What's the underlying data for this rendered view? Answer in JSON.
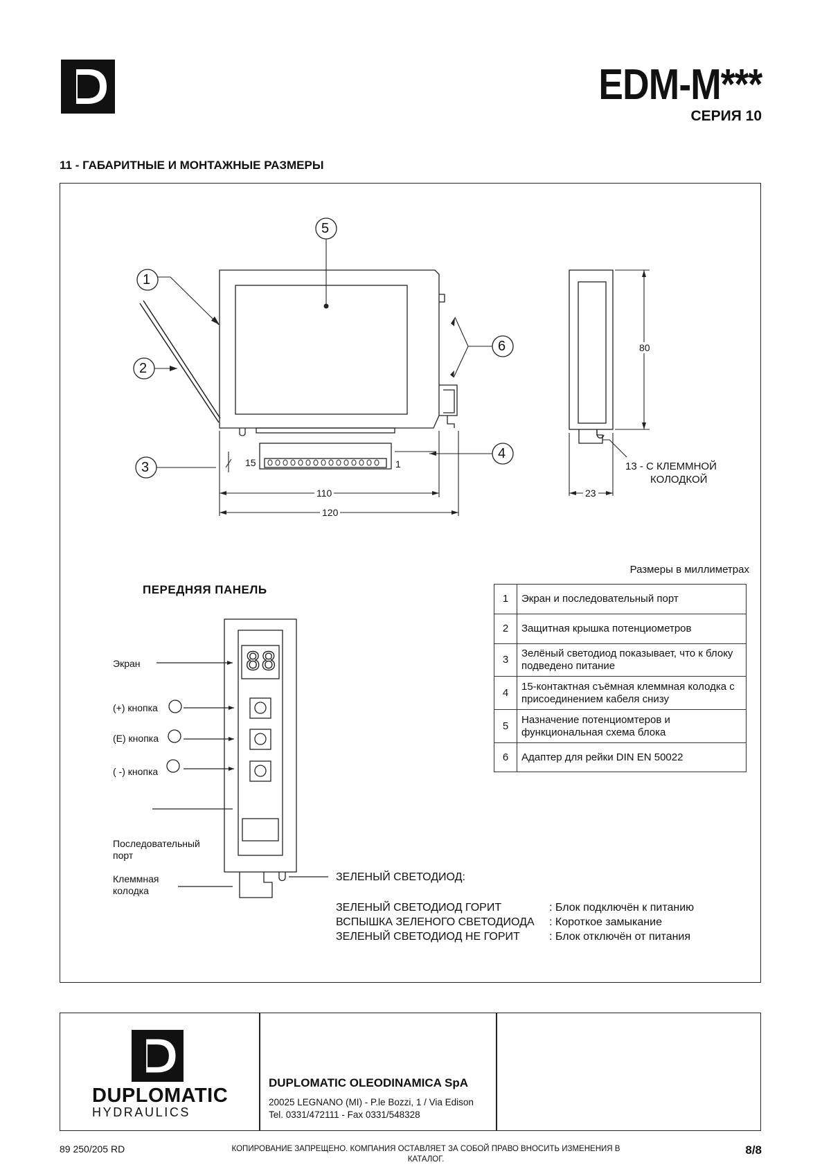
{
  "header": {
    "model": "EDM-M***",
    "series": "СЕРИЯ 10",
    "logo_icon": "duplomatic-d-logo"
  },
  "section_title": "11 - ГАБАРИТНЫЕ И МОНТАЖНЫЕ РАЗМЕРЫ",
  "drawing": {
    "callouts": [
      "1",
      "2",
      "3",
      "4",
      "5",
      "6"
    ],
    "dim_110": "110",
    "dim_120": "120",
    "dim_80": "80",
    "dim_23": "23",
    "terminal_15": "15",
    "terminal_1": "1",
    "side_note_line1": "13 - С КЛЕММНОЙ",
    "side_note_line2": "КОЛОДКОЙ"
  },
  "units_note": "Размеры в миллиметрах",
  "front_panel": {
    "title": "ПЕРЕДНЯЯ ПАНЕЛЬ",
    "display_text": "88",
    "screen_label": "Экран",
    "plus_button_label": "(+) кнопка",
    "e_button_label": "(E) кнопка",
    "minus_button_label": "( -)  кнопка",
    "serial_port_label_1": "Последовательный",
    "serial_port_label_2": "порт",
    "terminal_label_1": "Клеммная",
    "terminal_label_2": "колодка"
  },
  "legend": [
    {
      "num": "1",
      "text": "Экран и последовательный порт"
    },
    {
      "num": "2",
      "text": "Защитная крышка потенциометров"
    },
    {
      "num": "3",
      "text": "Зелёный светодиод показывает, что к блоку подведено питание"
    },
    {
      "num": "4",
      "text": "15-контактная съёмная клеммная колодка с присоединением кабеля снизу"
    },
    {
      "num": "5",
      "text": "Назначение потенциомтеров и функциональная схема блока"
    },
    {
      "num": "6",
      "text": "Адаптер для рейки DIN EN 50022"
    }
  ],
  "green_led": {
    "title": "ЗЕЛЕНЫЙ СВЕТОДИОД:",
    "rows": [
      {
        "state": "ЗЕЛЕНЫЙ СВЕТОДИОД ГОРИТ",
        "meaning": ": Блок подключён к питанию"
      },
      {
        "state": "ВСПЫШКА ЗЕЛЕНОГО СВЕТОДИОДА",
        "meaning": ": Короткое замыкание"
      },
      {
        "state": "ЗЕЛЕНЫЙ СВЕТОДИОД НЕ ГОРИТ",
        "meaning": ": Блок отключён от питания"
      }
    ]
  },
  "footer": {
    "brand_line1": "DUPLOMATIC",
    "brand_line2": "HYDRAULICS",
    "company": "DUPLOMATIC OLEODINAMICA SpA",
    "address_line1": "20025 LEGNANO (MI) - P.le Bozzi, 1 / Via Edison",
    "address_line2": "Tel. 0331/472111 - Fax 0331/548328",
    "doc_number": "89 250/205 RD",
    "copyright": "КОПИРОВАНИЕ ЗАПРЕЩЕНО. КОМПАНИЯ ОСТАВЛЯЕТ ЗА СОБОЙ ПРАВО ВНОСИТЬ ИЗМЕНЕНИЯ В КАТАЛОГ.",
    "page": "8/8"
  }
}
